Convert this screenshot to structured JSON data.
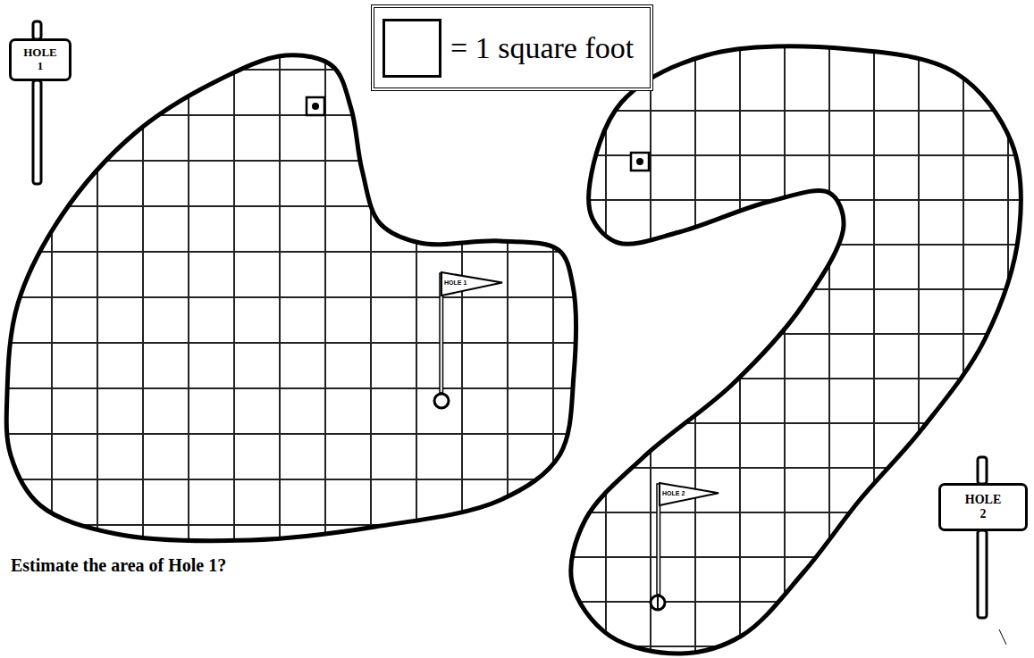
{
  "diagram": {
    "caption": "Estimate the area of Hole 1?",
    "nodes": [
      {
        "text": [
          "HOLE 1"
        ]
      },
      {
        "text": [
          "HOLE 1"
        ]
      },
      {
        "text": [
          "HOLE 2"
        ]
      },
      {
        "text": [
          "HOLE 2"
        ]
      }
    ],
    "legend": [
      {
        "text": "= 1 square foot"
      }
    ]
  }
}
